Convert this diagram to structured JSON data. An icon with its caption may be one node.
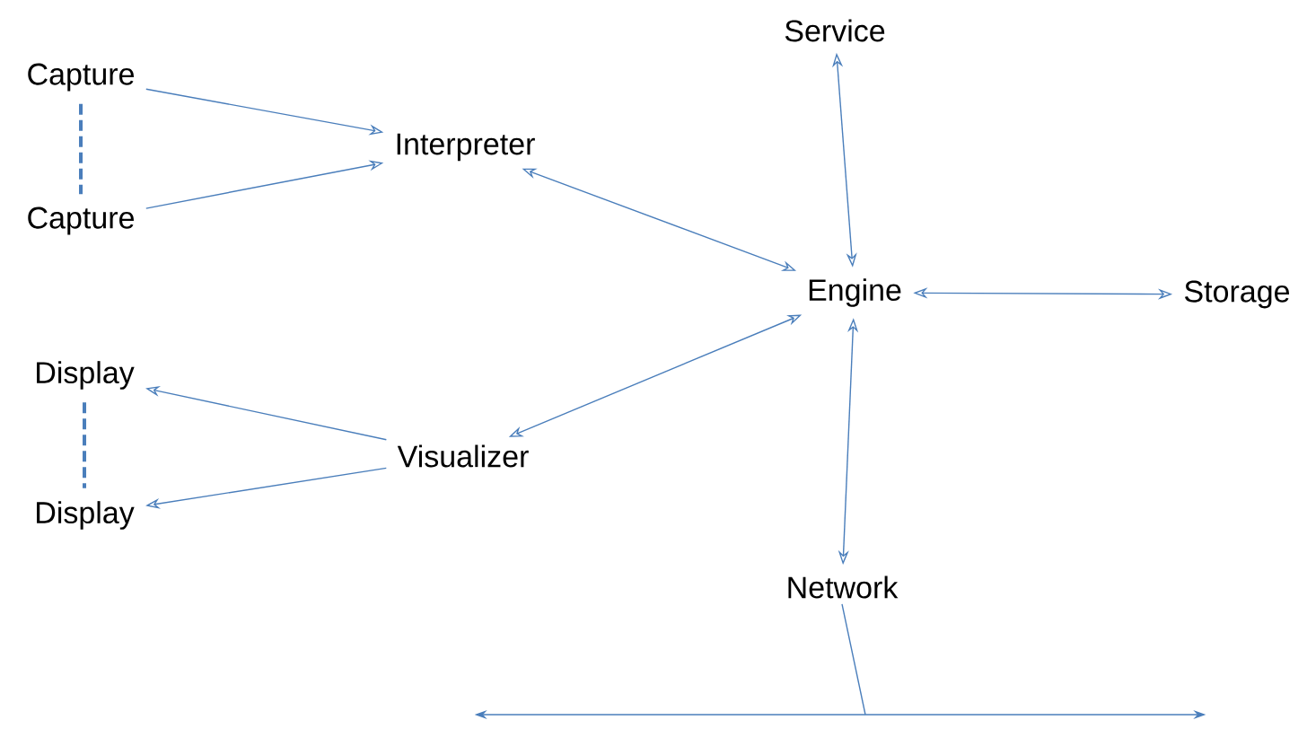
{
  "diagram": {
    "nodes": [
      {
        "text": [
          "Capture"
        ]
      },
      {
        "text": [
          "Capture"
        ]
      },
      {
        "text": [
          "Interpreter"
        ]
      },
      {
        "text": [
          "Display"
        ]
      },
      {
        "text": [
          "Display"
        ]
      },
      {
        "text": [
          "Visualizer"
        ]
      },
      {
        "text": [
          "Service"
        ]
      },
      {
        "text": [
          "Engine"
        ]
      },
      {
        "text": [
          "Storage"
        ]
      },
      {
        "text": [
          "Network"
        ]
      },
      {
        "text": [],
        "shape": "bar"
      }
    ],
    "edges": [
      {
        "from": 0,
        "to": 1,
        "arrow": "none",
        "style": "dashed"
      },
      {
        "from": 0,
        "to": 2,
        "arrow": "to"
      },
      {
        "from": 1,
        "to": 2,
        "arrow": "to"
      },
      {
        "from": 3,
        "to": 4,
        "arrow": "none",
        "style": "dashed"
      },
      {
        "from": 5,
        "to": 3,
        "arrow": "to"
      },
      {
        "from": 5,
        "to": 4,
        "arrow": "to"
      },
      {
        "from": 2,
        "to": 7,
        "arrow": "both"
      },
      {
        "from": 5,
        "to": 7,
        "arrow": "both"
      },
      {
        "from": 6,
        "to": 7,
        "arrow": "both"
      },
      {
        "from": 7,
        "to": 8,
        "arrow": "both"
      },
      {
        "from": 7,
        "to": 9,
        "arrow": "both"
      },
      {
        "from": 9,
        "to": 10,
        "arrow": "none"
      }
    ]
  }
}
